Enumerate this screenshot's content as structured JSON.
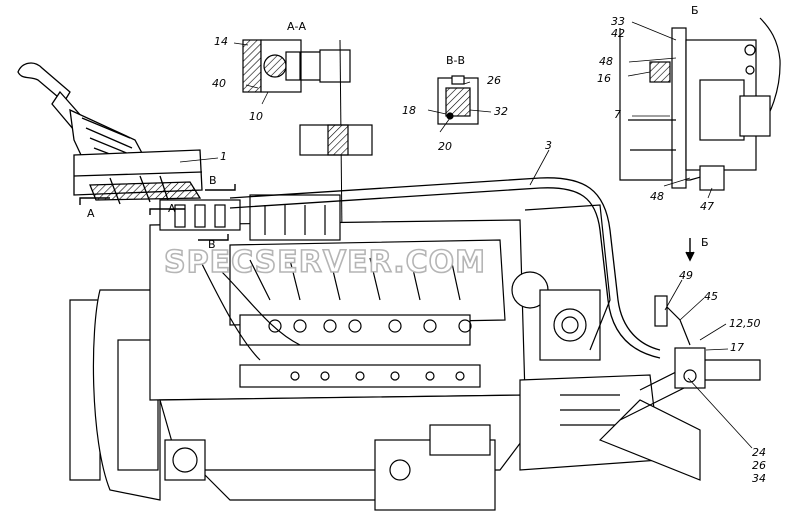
{
  "sections": {
    "aa": "А-А",
    "bb": "В-В",
    "b": "Б",
    "arrow_a_top": "А",
    "arrow_a_bottom": "А",
    "arrow_b_top": "В",
    "arrow_b_bottom": "В",
    "arrow_b_side": "Б"
  },
  "callouts": {
    "c1": "1",
    "c3": "3",
    "c7": "7",
    "c10": "10",
    "c14": "14",
    "c16": "16",
    "c17": "17",
    "c18": "18",
    "c20": "20",
    "c24": "24",
    "c26a": "26",
    "c26b": "26",
    "c32": "32",
    "c33": "33",
    "c34": "34",
    "c40": "40",
    "c42": "42",
    "c45": "45",
    "c47": "47",
    "c48a": "48",
    "c48b": "48",
    "c49": "49",
    "c1250": "12,50"
  },
  "watermark": "SPECSERVER.COM",
  "colors": {
    "ink": "#000000",
    "paper": "#ffffff",
    "watermark_outline": "#b5b5b5"
  }
}
